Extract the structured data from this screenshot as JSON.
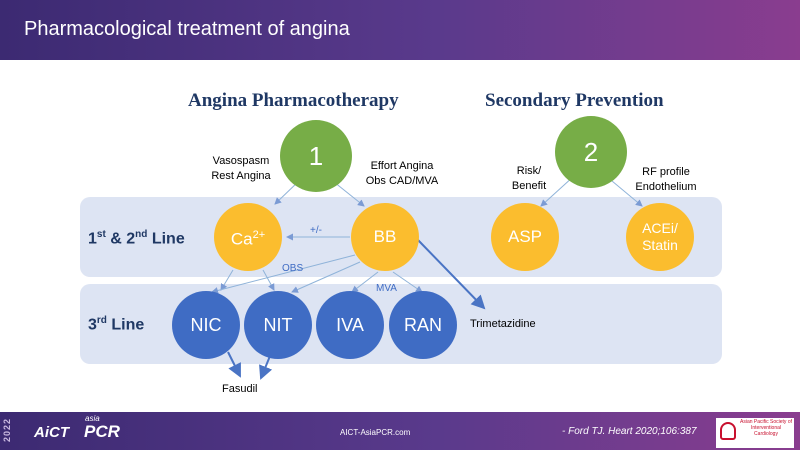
{
  "header": {
    "title": "Pharmacological treatment of angina"
  },
  "sections": {
    "left_title": "Angina Pharmacotherapy",
    "right_title": "Secondary Prevention"
  },
  "rows": {
    "first_a": "1",
    "first_sup_a": "st",
    "first_mid": " & 2",
    "first_sup_b": "nd",
    "first_b": " Line",
    "third_a": "3",
    "third_sup": "rd",
    "third_b": " Line"
  },
  "nodes": {
    "one": "1",
    "two": "2",
    "ca": "Ca",
    "ca_sup": "2+",
    "bb": "BB",
    "asp": "ASP",
    "acei_line1": "ACEi/",
    "acei_line2": "Statin",
    "nic": "NIC",
    "nit": "NIT",
    "iva": "IVA",
    "ran": "RAN"
  },
  "labels": {
    "vasospasm_1": "Vasospasm",
    "vasospasm_2": "Rest Angina",
    "effort_1": "Effort Angina",
    "effort_2": "Obs CAD/MVA",
    "risk_1": "Risk/",
    "risk_2": "Benefit",
    "rf_1": "RF profile",
    "rf_2": "Endothelium",
    "plus_minus": "+/-",
    "obs": "OBS",
    "mva": "MVA",
    "trimetazidine": "Trimetazidine",
    "fasudil": "Fasudil"
  },
  "footer": {
    "year": "2022",
    "logo_aict": "AiCT",
    "logo_asia": "asia",
    "logo_pcr": "PCR",
    "site": "AICT-AsiaPCR.com",
    "citation": "- Ford TJ. Heart 2020;106:387",
    "apsic": "Asian Pacific Society of Interventional Cardiology"
  },
  "colors": {
    "green": "#77ad47",
    "yellow": "#fbbd2e",
    "blue": "#3f6cc4",
    "band": "#dde4f3",
    "title": "#1f3864"
  }
}
